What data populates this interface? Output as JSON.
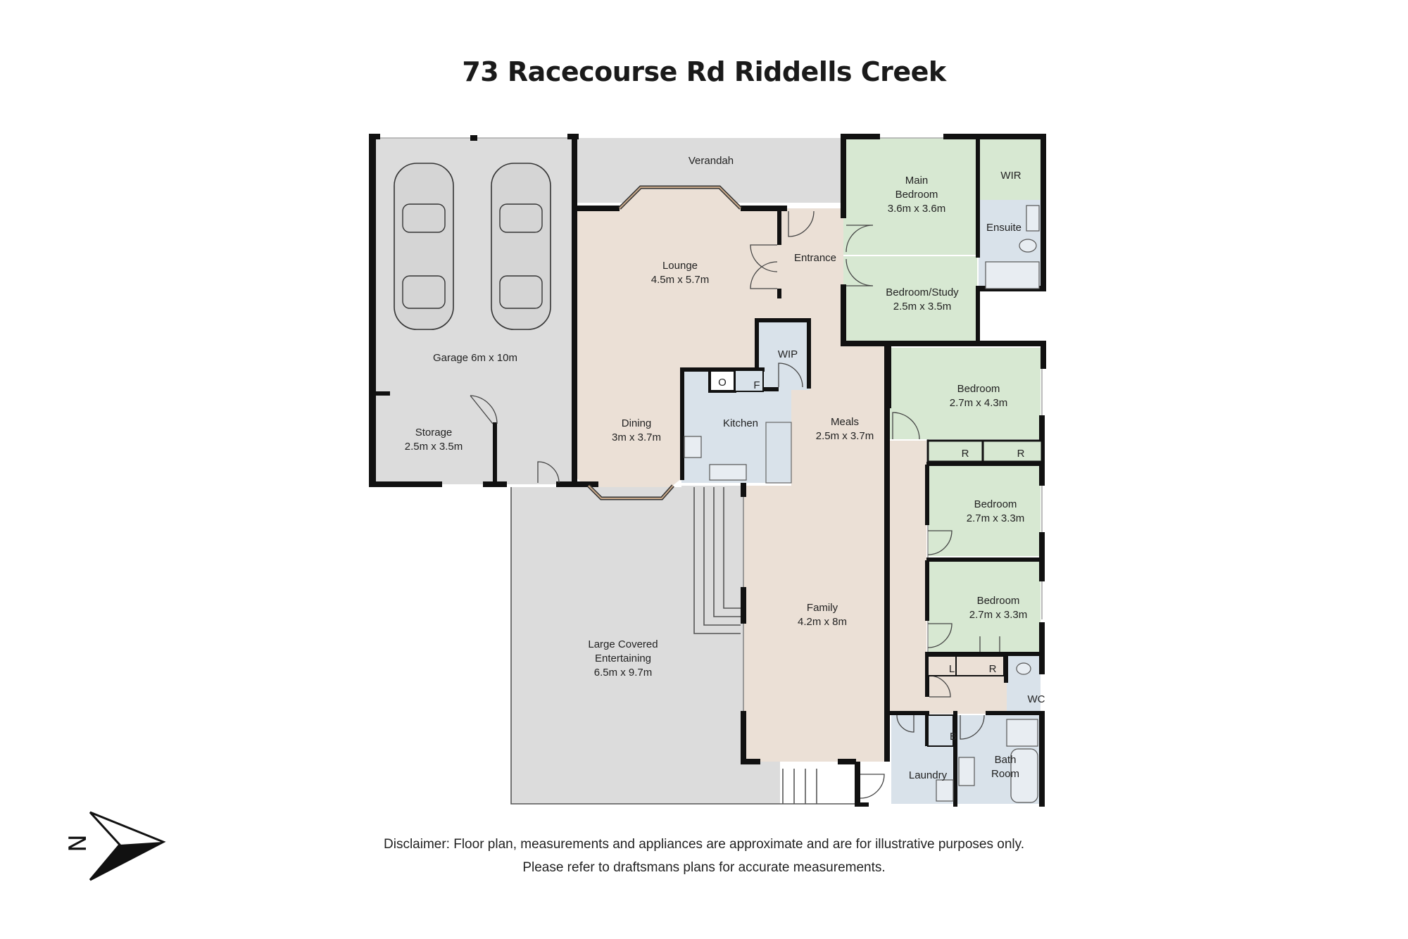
{
  "title": "73 Racecourse Rd Riddells Creek",
  "rooms": {
    "garage": "Garage 6m x 10m",
    "storage": {
      "name": "Storage",
      "size": "2.5m x 3.5m"
    },
    "verandah": "Verandah",
    "lounge": {
      "name": "Lounge",
      "size": "4.5m x 5.7m"
    },
    "dining": {
      "name": "Dining",
      "size": "3m x 3.7m"
    },
    "kitchen": "Kitchen",
    "oven": "O",
    "fridge": "F",
    "wip": "WIP",
    "entrance": "Entrance",
    "meals": {
      "name": "Meals",
      "size": "2.5m x 3.7m"
    },
    "family": {
      "name": "Family",
      "size": "4.2m x 8m"
    },
    "entertaining": {
      "line1": "Large Covered",
      "line2": "Entertaining",
      "size": "6.5m x 9.7m"
    },
    "main_bedroom": {
      "line1": "Main",
      "line2": "Bedroom",
      "size": "3.6m x 3.6m"
    },
    "wir": "WIR",
    "ensuite": "Ensuite",
    "study": {
      "name": "Bedroom/Study",
      "size": "2.5m x 3.5m"
    },
    "bedroom2": {
      "name": "Bedroom",
      "size": "2.7m x 4.3m"
    },
    "robe_a": "R",
    "robe_b": "R",
    "bedroom3": {
      "name": "Bedroom",
      "size": "2.7m x 3.3m"
    },
    "bedroom4": {
      "name": "Bedroom",
      "size": "2.7m x 3.3m"
    },
    "linen": "L",
    "robe_c": "R",
    "wc": "WC",
    "broom": "B",
    "laundry": "Laundry",
    "bathroom": {
      "line1": "Bath",
      "line2": "Room"
    }
  },
  "compass": {
    "letter": "N"
  },
  "disclaimer": {
    "line1": "Disclaimer: Floor plan, measurements and appliances are approximate and are for illustrative purposes only.",
    "line2": "Please refer to draftsmans plans for accurate measurements."
  },
  "colors": {
    "garage": "#dcdcdc",
    "living": "#ebe0d6",
    "bedroom": "#d7e8d2",
    "wet": "#d9e2ea",
    "outdoor": "#dcdcdc",
    "wall": "#111111"
  }
}
